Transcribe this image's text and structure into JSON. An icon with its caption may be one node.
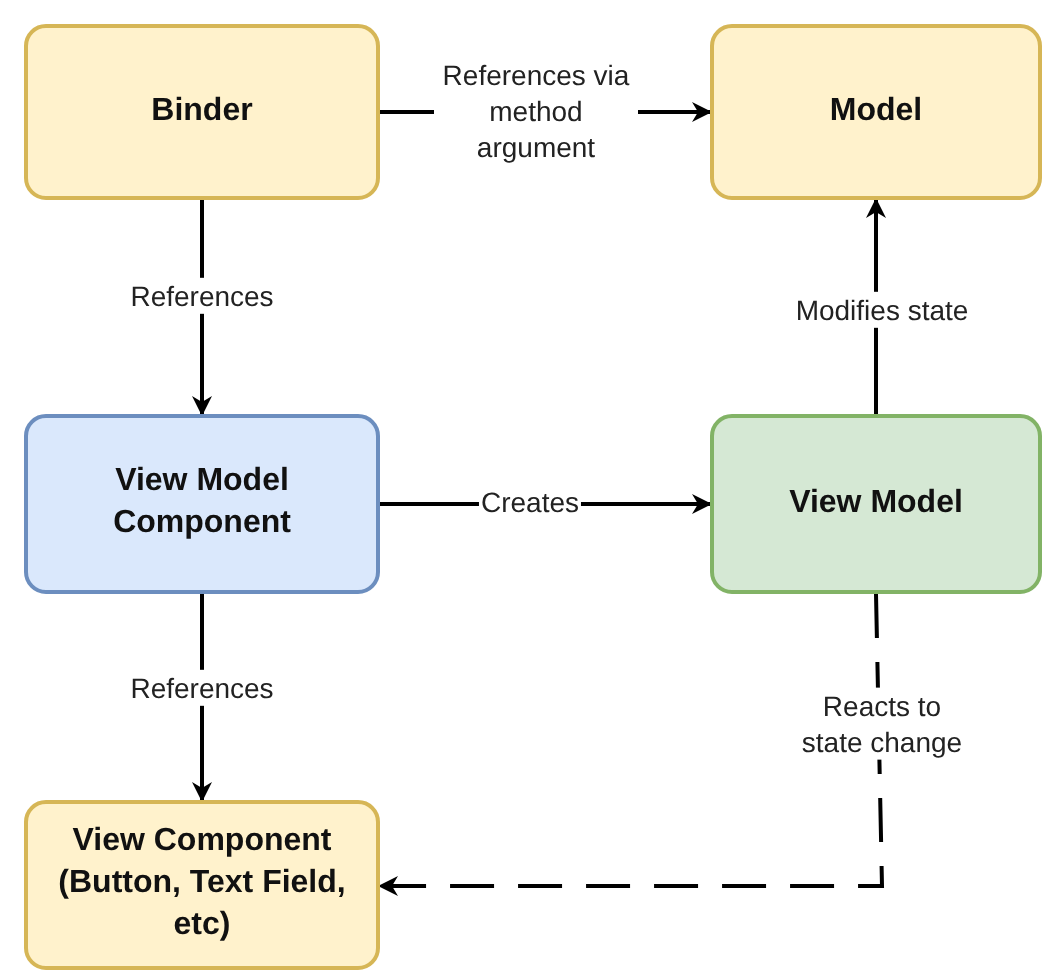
{
  "diagram": {
    "nodes": [
      {
        "text": [
          "Binder"
        ]
      },
      {
        "text": [
          "Model"
        ]
      },
      {
        "text": [
          "View Model Component"
        ]
      },
      {
        "text": [
          "View Model"
        ]
      },
      {
        "text": [
          "View Component (Button, Text Field, etc)"
        ]
      }
    ],
    "edges": [
      {
        "from": 0,
        "to": 1,
        "arrow": "to",
        "label": "References via method argument"
      },
      {
        "from": 0,
        "to": 2,
        "arrow": "to",
        "label": "References"
      },
      {
        "from": 2,
        "to": 3,
        "arrow": "to",
        "label": "Creates"
      },
      {
        "from": 3,
        "to": 1,
        "arrow": "to",
        "label": "Modifies state"
      },
      {
        "from": 2,
        "to": 4,
        "arrow": "to",
        "label": "References"
      },
      {
        "from": 3,
        "to": 4,
        "arrow": "to",
        "label": "Reacts to state change",
        "style": "dashed"
      }
    ]
  }
}
